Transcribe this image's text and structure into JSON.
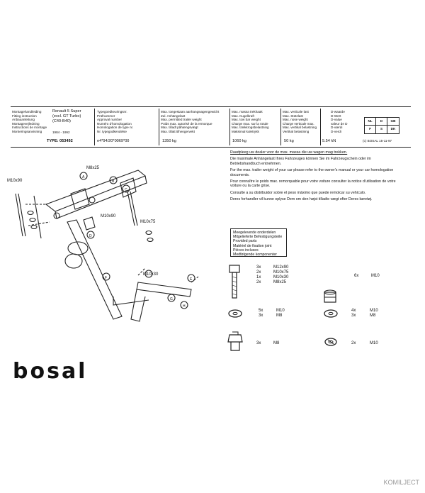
{
  "header": {
    "col1_lines": [
      "Montagehandleiding",
      "Fitting instruction",
      "Anbauanleitung",
      "Montagevejledning",
      "Instructions de montage",
      "Monteringsanvisning"
    ],
    "vehicle_lines": [
      "Renault 5 Super",
      "(excl. GT Turbo)",
      "(C40-B40)"
    ],
    "years": "1984 - 1992",
    "type_label": "TYPE: 053492",
    "approval_lines": [
      "Typegoedkeuringsnr.",
      "Prüfnummer",
      "Approval number",
      "Numéro d'homologation",
      "Homologation de type nr.",
      "Nr. typegodkendelse"
    ],
    "approval_number": "e4*94/20*0069*00",
    "max_trailer_lines": [
      "Max. toegestaan aanhangwagengewicht",
      "Zul. Anhängelast",
      "Max. permitted trailer weight",
      "Poids max. autorisé de la remorque",
      "Max. tilladt påhængsvægt",
      "Max. tillatt tilhengervekt"
    ],
    "max_trailer_value": "1350 kg",
    "max_mass_lines": [
      "Max. massa trekhaak",
      "Max. Kugelkraft",
      "Max. tow bar weight",
      "Charge max. sur la rotule",
      "Max. trækkrogsbelastning",
      "Maksimal kuletrykk"
    ],
    "max_mass_value": "1060 kg",
    "vertical_lines": [
      "Max. verticale last",
      "Max. Stützlast",
      "Max. nose weight",
      "Charge verticale max.",
      "Max. vertikal belastning",
      "Vertikal belastning"
    ],
    "vertical_value": "50 kg",
    "dvalue_lines": [
      "D-waarde",
      "D-Wert",
      "D-value",
      "valeur de D",
      "D-værdi",
      "D-verdi"
    ],
    "dvalue_value": "5.54 kN",
    "country_codes": [
      "NL",
      "D",
      "GB",
      "F",
      "S",
      "DK"
    ],
    "copyright": "(c) BOSAL  15-11-97"
  },
  "notes": [
    "Raadpleeg uw dealer voor de max. massa die uw wagen mag trekken.",
    "Die maximale Anhängelast Ihres Fahrzeuges können Sie im Fahrzeugschein oder im",
    "Betriebshandbuch entnehmen.",
    "For the max. trailer weight of your car please refer to the owner's manual or your car homologation",
    "documents.",
    "Pour connaître le poids max. remorquable pour votre voiture consulter la notice d'utilisation de votre",
    "voiture ou la carte grise.",
    "Consulte a su distribuidor sobre el peso máximo que puede remolcar su vehículo.",
    "Deres forhandler vil kunne oplyse Dem om den højst tilladte vægt efter Deres køretøj."
  ],
  "parts_box_lines": [
    "Meegeleverde onderdelen",
    "Mitgelieferte Befestigungsteile",
    "Provided parts",
    "Matériel de fixation joint",
    "Pièces incluses",
    "Medfølgende komponenter"
  ],
  "parts": {
    "bolts_a": [
      {
        "qty": "3x",
        "size": "M12x90"
      },
      {
        "qty": "2x",
        "size": "M10x75"
      },
      {
        "qty": "1x",
        "size": "M10x30"
      },
      {
        "qty": "2x",
        "size": "M8x25"
      }
    ],
    "nut_lock": {
      "qty": "6x",
      "size": "M10"
    },
    "washers_a": [
      {
        "qty": "5x",
        "size": "M10"
      },
      {
        "qty": "3x",
        "size": "M8"
      }
    ],
    "washers_b": [
      {
        "qty": "4x",
        "size": "M10"
      },
      {
        "qty": "3x",
        "size": "M8"
      }
    ],
    "clip": {
      "qty": "3x",
      "size": "M8"
    },
    "spring_washer": {
      "qty": "2x",
      "size": "M10"
    }
  },
  "diagram_labels": {
    "m8x25": "M8x25",
    "m10x90": "M10x90",
    "m10x75": "M10x75",
    "m10x90b": "M10x90",
    "m10x30": "M10x30",
    "letters": [
      "A",
      "B",
      "C",
      "D",
      "E",
      "F",
      "G",
      "H"
    ]
  },
  "brand": "bosal",
  "watermark": "KOMILJECT"
}
